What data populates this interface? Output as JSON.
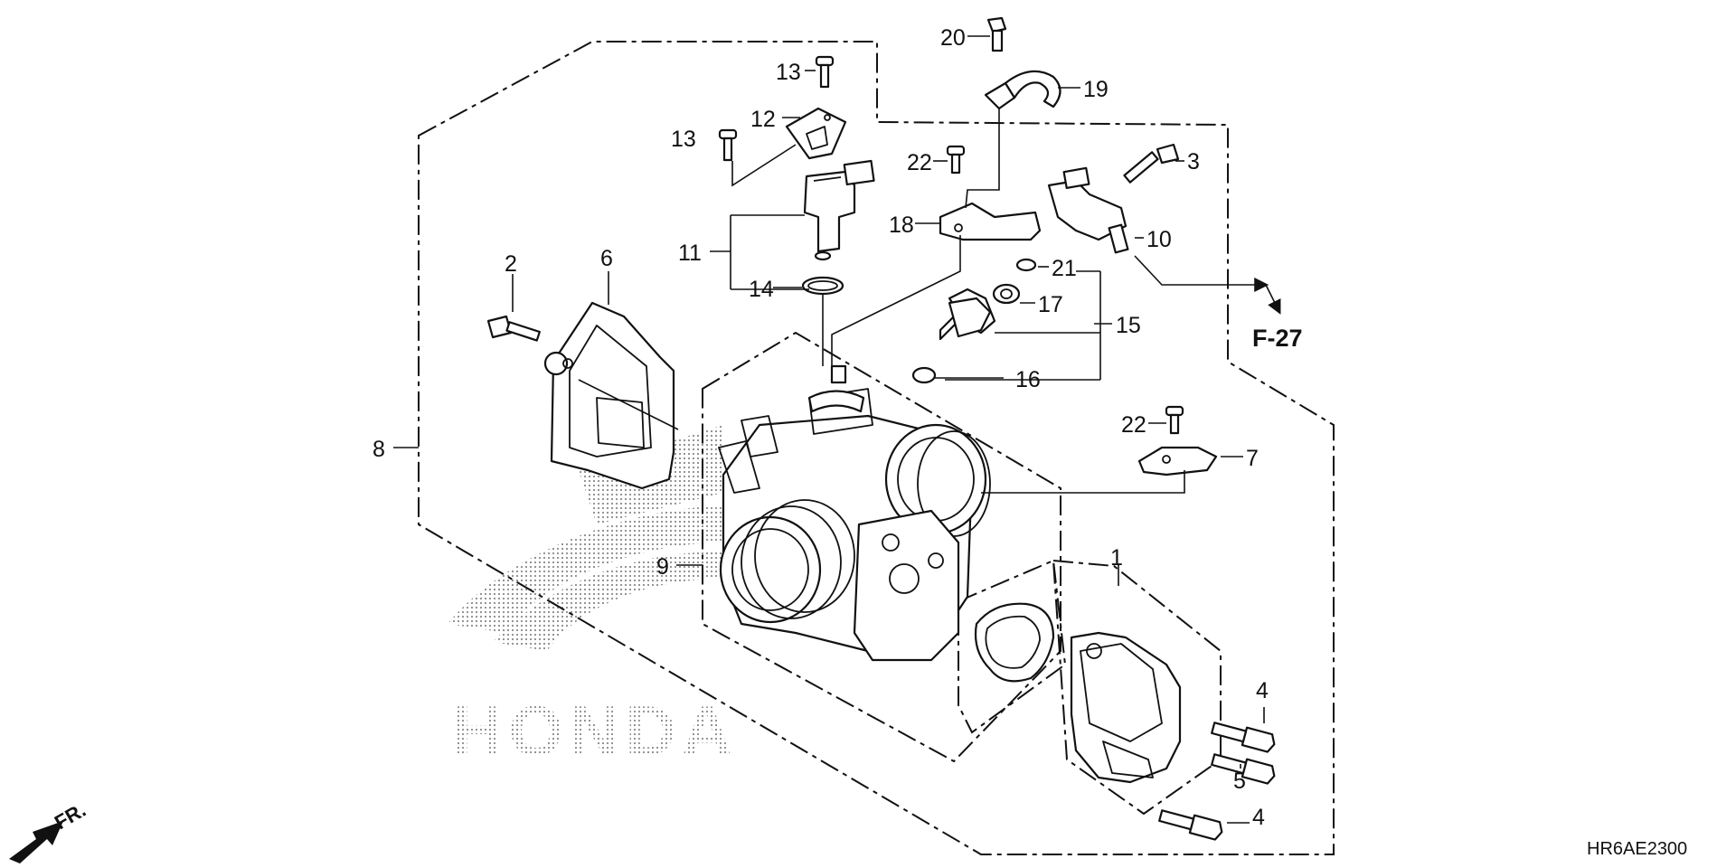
{
  "callouts": {
    "c1": "1",
    "c2": "2",
    "c3": "3",
    "c4a": "4",
    "c4b": "4",
    "c5": "5",
    "c6": "6",
    "c7": "7",
    "c8": "8",
    "c9": "9",
    "c10": "10",
    "c11": "11",
    "c12": "12",
    "c13a": "13",
    "c13b": "13",
    "c14": "14",
    "c15": "15",
    "c16": "16",
    "c17": "17",
    "c18": "18",
    "c19": "19",
    "c20": "20",
    "c21": "21",
    "c22a": "22",
    "c22b": "22"
  },
  "reference": "F-27",
  "front_label": "FR.",
  "diagram_code": "HR6AE2300",
  "watermark_text": "HONDA",
  "colors": {
    "ink": "#111111",
    "background": "#ffffff",
    "watermark": "#9a9a9a"
  }
}
